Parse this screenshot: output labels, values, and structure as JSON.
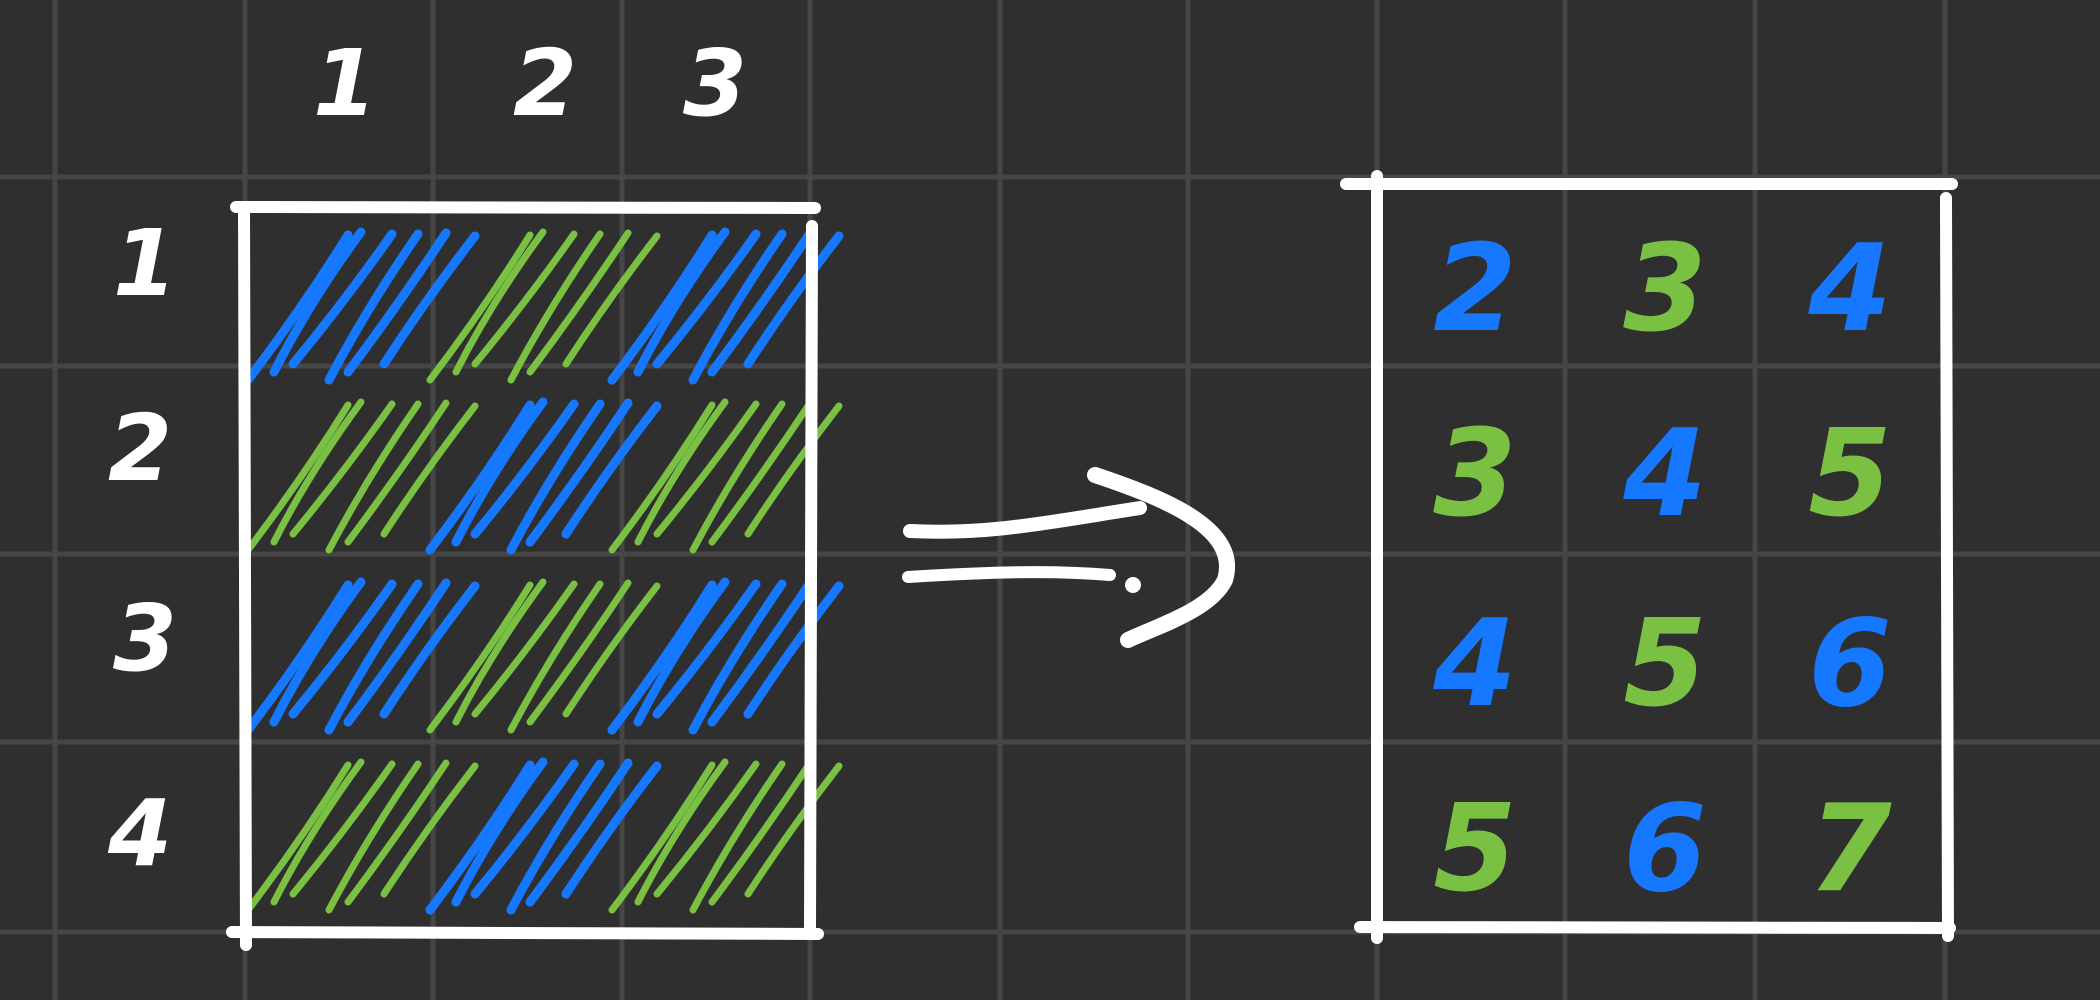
{
  "colors": {
    "background": "#2f2f2f",
    "grid": "#464646",
    "ink": "#ffffff",
    "blue": "#1677ff",
    "green": "#7ac143"
  },
  "left_grid": {
    "col_headers": [
      "1",
      "2",
      "3"
    ],
    "row_headers": [
      "1",
      "2",
      "3",
      "4"
    ],
    "hatch_colors": [
      [
        "blue",
        "green",
        "blue"
      ],
      [
        "green",
        "blue",
        "green"
      ],
      [
        "blue",
        "green",
        "blue"
      ],
      [
        "green",
        "blue",
        "green"
      ]
    ]
  },
  "arrow": {
    "icon": "double-arrow-right-icon"
  },
  "right_grid": {
    "cells": [
      [
        {
          "text": "2",
          "color": "blue"
        },
        {
          "text": "3",
          "color": "green"
        },
        {
          "text": "4",
          "color": "blue"
        }
      ],
      [
        {
          "text": "3",
          "color": "green"
        },
        {
          "text": "4",
          "color": "blue"
        },
        {
          "text": "5",
          "color": "green"
        }
      ],
      [
        {
          "text": "4",
          "color": "blue"
        },
        {
          "text": "5",
          "color": "green"
        },
        {
          "text": "6",
          "color": "blue"
        }
      ],
      [
        {
          "text": "5",
          "color": "green"
        },
        {
          "text": "6",
          "color": "blue"
        },
        {
          "text": "7",
          "color": "green"
        }
      ]
    ]
  }
}
